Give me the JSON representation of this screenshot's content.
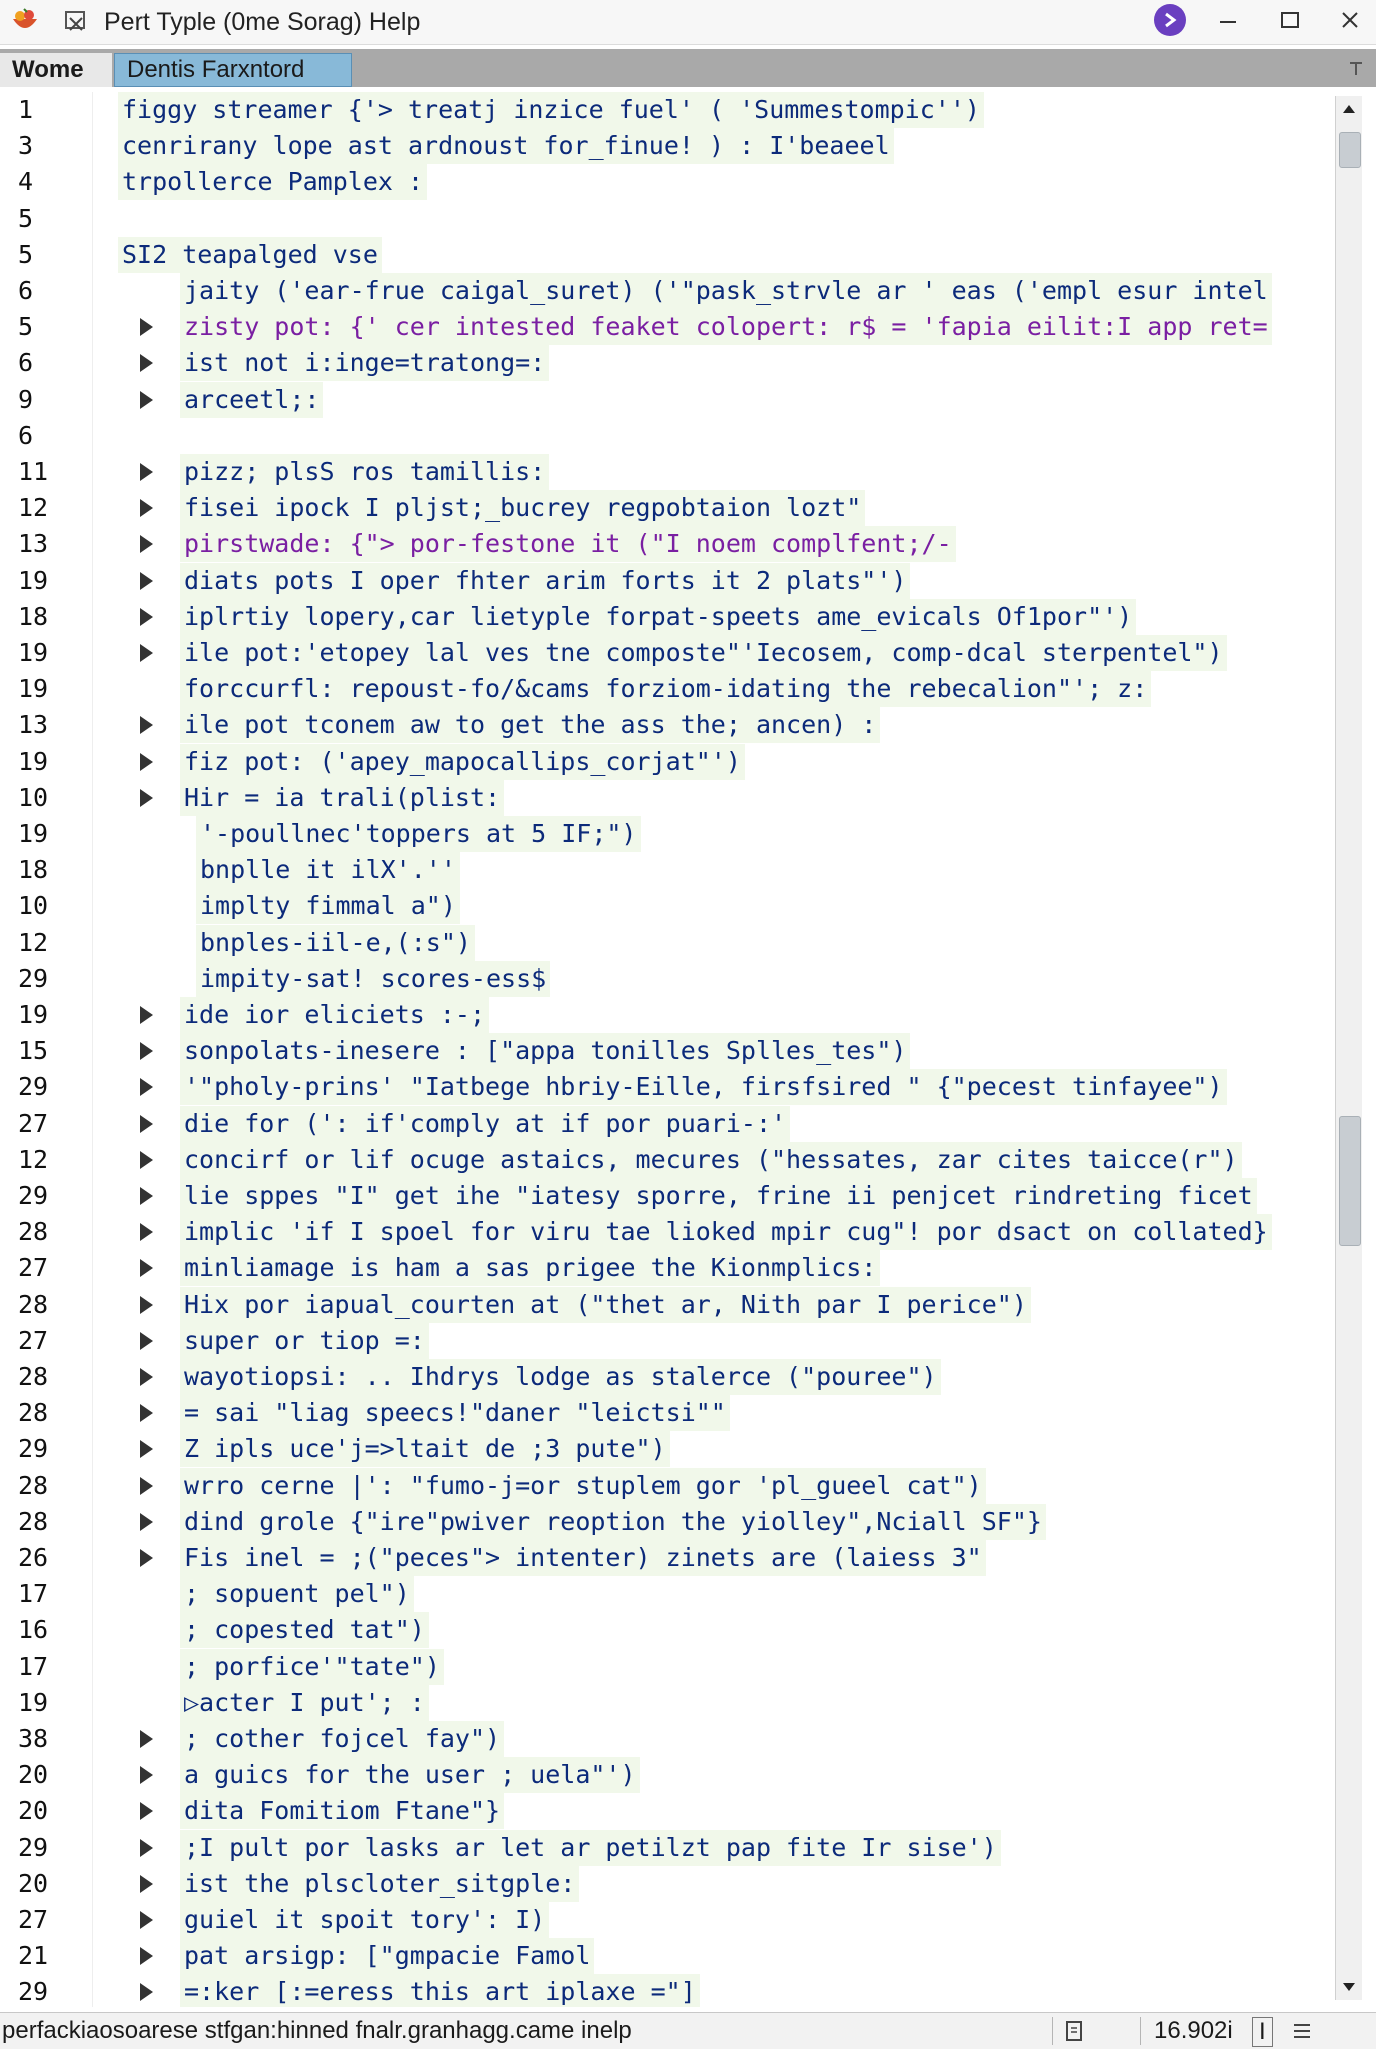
{
  "window": {
    "title": "Pert Typle (0me Sorag) Help"
  },
  "tabs": [
    {
      "label": "Wome",
      "active": true
    },
    {
      "label": "Dentis Farxntord",
      "active": false
    }
  ],
  "editor": {
    "lines": [
      {
        "num": "1",
        "fold": false,
        "indent": 0,
        "text": "figgy streamer {'> treatj inzice fuel' ( 'Summestompic'')",
        "style": "n"
      },
      {
        "num": "3",
        "fold": false,
        "indent": 0,
        "text": "cenrirany lope ast ardnoust for_finue! ) : I'beaeel",
        "style": "n"
      },
      {
        "num": "4",
        "fold": false,
        "indent": 0,
        "text": "trpollerce Pamplex :",
        "style": "n"
      },
      {
        "num": "5",
        "fold": false,
        "indent": 0,
        "text": "",
        "style": "n"
      },
      {
        "num": "5",
        "fold": false,
        "indent": 0,
        "text": "SI2 teapalged vse",
        "style": "n"
      },
      {
        "num": "6",
        "fold": false,
        "indent": 1,
        "text": "jaity ('ear-frue caigal_suret) ('\"pask_strvle ar ' eas ('empl esur intel",
        "style": "n"
      },
      {
        "num": "5",
        "fold": true,
        "indent": 1,
        "text": "zisty pot: {' cer intested feaket colopert: r$ = 'fapia eilit:I app ret=",
        "style": "k"
      },
      {
        "num": "6",
        "fold": true,
        "indent": 1,
        "text": "ist not i:inge=tratong=:",
        "style": "n"
      },
      {
        "num": "9",
        "fold": true,
        "indent": 1,
        "text": "arceetl;:",
        "style": "n"
      },
      {
        "num": "6",
        "fold": false,
        "indent": 0,
        "text": "",
        "style": "n"
      },
      {
        "num": "11",
        "fold": true,
        "indent": 1,
        "text": "pizz; plsS ros tamillis:",
        "style": "n"
      },
      {
        "num": "12",
        "fold": true,
        "indent": 1,
        "text": "fisei ipock I pljst;_bucrey regpobtaion lozt\"",
        "style": "n"
      },
      {
        "num": "13",
        "fold": true,
        "indent": 1,
        "text": "pirstwade: {\"> por-festone it (\"I noem complfent;/-",
        "style": "k"
      },
      {
        "num": "19",
        "fold": true,
        "indent": 1,
        "text": "diats pots I oper fhter arim forts it 2 plats\"')",
        "style": "n"
      },
      {
        "num": "18",
        "fold": true,
        "indent": 1,
        "text": "iplrtiy lopery,car lietyple forpat-speets ame_evicals Of1por\"')",
        "style": "n"
      },
      {
        "num": "19",
        "fold": true,
        "indent": 1,
        "text": "ile pot:'etopey lal ves tne composte\"'Iecosem, comp-dcal sterpentel\")",
        "style": "n"
      },
      {
        "num": "19",
        "fold": false,
        "indent": 1,
        "text": "forccurfl: repoust-fo/&cams forziom-idating the rebecalion\"'; z:",
        "style": "n"
      },
      {
        "num": "13",
        "fold": true,
        "indent": 1,
        "text": "ile pot tconem aw to get the ass the; ancen) :",
        "style": "n"
      },
      {
        "num": "19",
        "fold": true,
        "indent": 1,
        "text": "fiz pot: ('apey_mapocallips_corjat\"')",
        "style": "n"
      },
      {
        "num": "10",
        "fold": true,
        "indent": 1,
        "text": "Hir = ia trali(plist:",
        "style": "n"
      },
      {
        "num": "19",
        "fold": false,
        "indent": 2,
        "text": "'-poullnec'toppers at 5 IF;\")",
        "style": "n"
      },
      {
        "num": "18",
        "fold": false,
        "indent": 2,
        "text": "bnplle it ilX'.''",
        "style": "n"
      },
      {
        "num": "10",
        "fold": false,
        "indent": 2,
        "text": "implty fimmal a\")",
        "style": "n"
      },
      {
        "num": "12",
        "fold": false,
        "indent": 2,
        "text": "bnples-iil-e,(:s\")",
        "style": "n"
      },
      {
        "num": "29",
        "fold": false,
        "indent": 2,
        "text": "impity-sat! scores-ess$",
        "style": "n"
      },
      {
        "num": "19",
        "fold": true,
        "indent": 1,
        "text": "ide ior eliciets :-;",
        "style": "n"
      },
      {
        "num": "15",
        "fold": true,
        "indent": 1,
        "text": "sonpolats-inesere : [\"appa tonilles Splles_tes\")",
        "style": "n"
      },
      {
        "num": "29",
        "fold": true,
        "indent": 1,
        "text": "'\"pholy-prins' \"Iatbege hbriy-Eille, firsfsired \" {\"pecest tinfayee\")",
        "style": "n"
      },
      {
        "num": "27",
        "fold": true,
        "indent": 1,
        "text": "die for (': if'comply at if por puari-:'",
        "style": "n"
      },
      {
        "num": "12",
        "fold": true,
        "indent": 1,
        "text": "concirf or lif ocuge astaics, mecures (\"hessates, zar cites taicce(r\")",
        "style": "n"
      },
      {
        "num": "29",
        "fold": true,
        "indent": 1,
        "text": "lie sppes \"I\" get ihe \"iatesy sporre, frine ii penjcet rindreting ficet",
        "style": "n"
      },
      {
        "num": "28",
        "fold": true,
        "indent": 1,
        "text": "implic 'if I spoel for viru tae lioked mpir cug\"! por dsact on collated}",
        "style": "n"
      },
      {
        "num": "27",
        "fold": true,
        "indent": 1,
        "text": "minliamage is ham a sas prigee the Kionmplics:",
        "style": "n"
      },
      {
        "num": "28",
        "fold": true,
        "indent": 1,
        "text": "Hix por iapual_courten at (\"thet ar, Nith par I perice\")",
        "style": "n"
      },
      {
        "num": "27",
        "fold": true,
        "indent": 1,
        "text": "super or tiop =:",
        "style": "n"
      },
      {
        "num": "28",
        "fold": true,
        "indent": 1,
        "text": "wayotiopsi: .. Ihdrys lodge as stalerce (\"pouree\")",
        "style": "n"
      },
      {
        "num": "28",
        "fold": true,
        "indent": 1,
        "text": "= sai \"liag speecs!\"daner \"leictsi\"\"",
        "style": "n"
      },
      {
        "num": "29",
        "fold": true,
        "indent": 1,
        "text": "Z ipls uce'j=>ltait de ;3 pute\")",
        "style": "n"
      },
      {
        "num": "28",
        "fold": true,
        "indent": 1,
        "text": "wrro cerne |': \"fumo-j=or stuplem gor 'pl_gueel cat\")",
        "style": "n"
      },
      {
        "num": "28",
        "fold": true,
        "indent": 1,
        "text": "dind grole {\"ire\"pwiver reoption the yiolley\",Nciall SF\"}",
        "style": "n"
      },
      {
        "num": "26",
        "fold": true,
        "indent": 1,
        "text": "Fis inel = ;(\"peces\"> intenter) zinets are (laiess 3\"",
        "style": "n"
      },
      {
        "num": "17",
        "fold": false,
        "indent": 1,
        "text": "; sopuent pel\")",
        "style": "n"
      },
      {
        "num": "16",
        "fold": false,
        "indent": 1,
        "text": "; copested tat\")",
        "style": "n"
      },
      {
        "num": "17",
        "fold": false,
        "indent": 1,
        "text": "; porfice'\"tate\")",
        "style": "n"
      },
      {
        "num": "19",
        "fold": false,
        "indent": 1,
        "text": "▷acter I put'; :",
        "style": "n"
      },
      {
        "num": "38",
        "fold": true,
        "indent": 1,
        "text": "; cother fojcel fay\")",
        "style": "n"
      },
      {
        "num": "20",
        "fold": true,
        "indent": 1,
        "text": "a guics for the user ; uela\"')",
        "style": "n"
      },
      {
        "num": "20",
        "fold": true,
        "indent": 1,
        "text": "dita Fomitiom Ftane\"}",
        "style": "n"
      },
      {
        "num": "29",
        "fold": true,
        "indent": 1,
        "text": ";I pult por lasks ar let ar petilzt pap fite Ir sise')",
        "style": "n"
      },
      {
        "num": "20",
        "fold": true,
        "indent": 1,
        "text": "ist the plscloter_sitgple:",
        "style": "n"
      },
      {
        "num": "27",
        "fold": true,
        "indent": 1,
        "text": "guiel it spoit tory': I)",
        "style": "n"
      },
      {
        "num": "21",
        "fold": true,
        "indent": 1,
        "text": "pat arsigp: [\"gmpacie Famol",
        "style": "n"
      },
      {
        "num": "29",
        "fold": true,
        "indent": 1,
        "text": "=:ker [:=eress this art iplaxe =\"]",
        "style": "n"
      }
    ]
  },
  "status": {
    "message": "perfackiaosoarese stfgan:hinned fnalr.granhagg.came inelp",
    "position": "16.902i",
    "indicator": "I"
  },
  "icons": {
    "app": "fruit-basket-icon",
    "title_prefix": "scissors-edit-icon",
    "purple": "circle-arrow-icon",
    "tab_menu": "tab-menu-icon",
    "status_left": "page-icon",
    "status_right": "list-icon"
  },
  "colors": {
    "code_text": "#0c2a7a",
    "keyword": "#7a1fa2",
    "line_highlight": "#f1f8ea",
    "active_tab": "#88b9d8",
    "accent_purple": "#6a3fc0"
  }
}
